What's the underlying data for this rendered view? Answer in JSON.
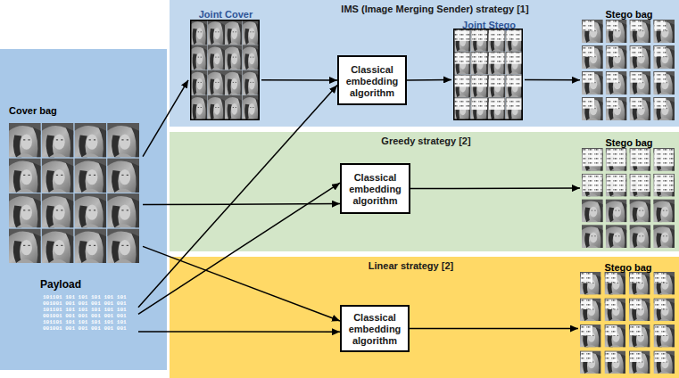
{
  "diagram": {
    "nodes": [
      {
        "text": [
          "Cover bag"
        ]
      },
      {
        "text": [
          "Payload",
          "101101 101 101 101 101 101 001001 001 001 001 001 001 101101 101 101 101 101 101 001001 001 001 001 001 001 101101 101 101 101 101 101 001001 001 001 001 001 001"
        ]
      },
      {
        "text": [
          "IMS (Image Merging Sender) strategy [1]"
        ]
      },
      {
        "text": [
          "Joint Cover"
        ],
        "in": 2
      },
      {
        "text": [
          "Classical embedding algorithm"
        ],
        "in": 2
      },
      {
        "text": [
          "Joint Stego"
        ],
        "in": 2
      },
      {
        "text": [
          "Stego bag"
        ],
        "in": 2
      },
      {
        "text": [
          "Greedy strategy [2]"
        ]
      },
      {
        "text": [
          "Classical embedding algorithm"
        ],
        "in": 7
      },
      {
        "text": [
          "Stego bag"
        ],
        "in": 7
      },
      {
        "text": [
          "Linear strategy [2]"
        ]
      },
      {
        "text": [
          "Classical embedding algorithm"
        ],
        "in": 10
      },
      {
        "text": [
          "Stego bag"
        ],
        "in": 10
      }
    ],
    "edges": [
      {
        "from": 0,
        "to": 3,
        "arrow": "to"
      },
      {
        "from": 1,
        "to": 4,
        "arrow": "to"
      },
      {
        "from": 3,
        "to": 4,
        "arrow": "to"
      },
      {
        "from": 4,
        "to": 5,
        "arrow": "to"
      },
      {
        "from": 5,
        "to": 6,
        "arrow": "to"
      },
      {
        "from": 0,
        "to": 8,
        "arrow": "to"
      },
      {
        "from": 1,
        "to": 8,
        "arrow": "to"
      },
      {
        "from": 8,
        "to": 9,
        "arrow": "to"
      },
      {
        "from": 0,
        "to": 11,
        "arrow": "to"
      },
      {
        "from": 1,
        "to": 11,
        "arrow": "to"
      },
      {
        "from": 11,
        "to": 12,
        "arrow": "to"
      }
    ]
  }
}
